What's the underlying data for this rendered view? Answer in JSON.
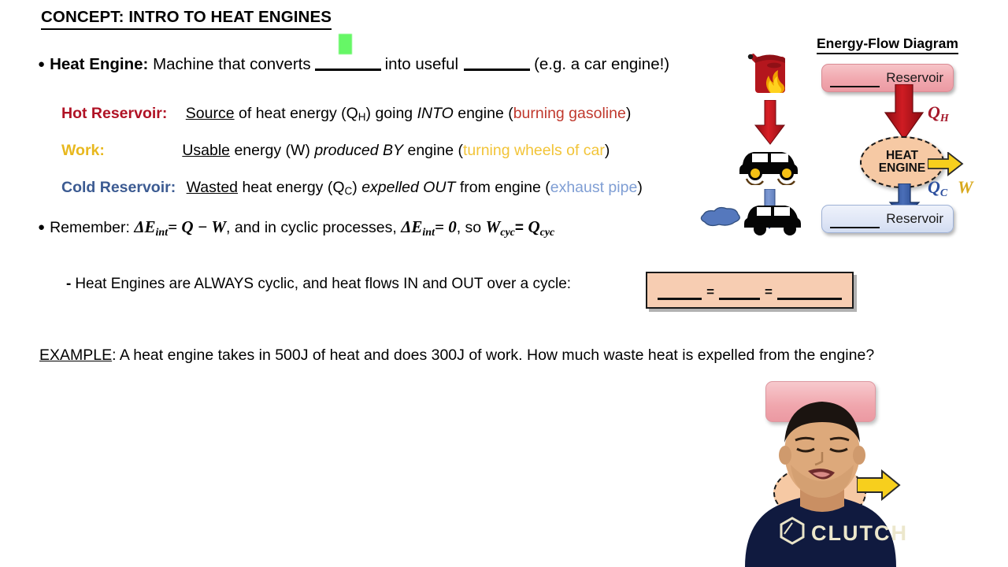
{
  "slide": {
    "title": "CONCEPT: INTRO TO HEAT ENGINES",
    "highlight_color": "#66f766"
  },
  "main_bullet": {
    "label": "Heat Engine:",
    "text_before": "Machine that converts",
    "text_middle": "into useful",
    "text_after": "(e.g. a car engine!)"
  },
  "definitions": [
    {
      "label": "Hot Reservoir:",
      "label_color": "#b01225",
      "underlined_word": "Source",
      "body_1": "of heat energy (Q",
      "subscript": "H",
      "body_2": ") going",
      "italic_word": "INTO",
      "body_3": "engine (",
      "paren_text": "burning gasoline",
      "paren_color": "#c0392e",
      "body_4": ")"
    },
    {
      "label": "Work:",
      "label_color": "#e8b81e",
      "underlined_word": "Usable",
      "body_1": "energy (W)",
      "subscript": "",
      "body_2": "",
      "italic_word": "produced BY",
      "body_3": "engine (",
      "paren_text": "turning wheels of car",
      "paren_color": "#f2c438",
      "body_4": ")"
    },
    {
      "label": "Cold Reservoir:",
      "label_color": "#3c5b92",
      "underlined_word": "Wasted",
      "body_1": "heat energy (Q",
      "subscript": "C",
      "body_2": ")",
      "italic_word": "expelled OUT",
      "body_3": "from engine (",
      "paren_text": "exhaust pipe",
      "paren_color": "#7f9ed4",
      "body_4": ")"
    }
  ],
  "remember": {
    "label": "Remember:",
    "eq1_delta": "ΔE",
    "eq1_sub": "int",
    "eq1_rest": "= Q − W",
    "mid_text": ", and in cyclic processes,",
    "eq2_delta": "ΔE",
    "eq2_sub": "int",
    "eq2_rest": "= 0",
    "so_text": ", so",
    "eq3_w": "W",
    "eq3_wsub": "cyc",
    "eq3_eq": "=",
    "eq3_q": "Q",
    "eq3_qsub": "cyc"
  },
  "sub_bullet": {
    "dash": "-",
    "text": "Heat Engines are ALWAYS cyclic, and heat flows IN and OUT over a cycle:"
  },
  "answer_box": {
    "equals_1": "=",
    "equals_2": "=",
    "fill_color": "#f7cdb2"
  },
  "example": {
    "label": "EXAMPLE",
    "colon": ":",
    "text": "A heat engine takes in 500J of heat and does 300J of work. How much waste heat is expelled from the engine?"
  },
  "energy_flow_diagram": {
    "title": "Energy-Flow Diagram",
    "hot_reservoir_label": "Reservoir",
    "cold_reservoir_label": "Reservoir",
    "engine_line1": "HEAT",
    "engine_line2": "ENGINE",
    "label_qh": "Q",
    "label_qh_sub": "H",
    "label_qh_color": "#a5182a",
    "label_w": "W",
    "label_w_color": "#d8a81c",
    "label_qc": "Q",
    "label_qc_sub": "C",
    "label_qc_color": "#2c4f9e"
  },
  "illustration": {
    "gas_can_icon": "gas-can-flame-icon",
    "arrow_down_red": "arrow-down-red-icon",
    "car_spinning_wheels_icon": "car-yellow-wheels-icon",
    "arrow_down_blue": "arrow-down-blue-icon",
    "exhaust_cloud_icon": "exhaust-cloud-icon",
    "car_icon": "car-icon"
  },
  "webcam": {
    "shirt_text": "CLUTCH",
    "shirt_color": "#101a3f"
  }
}
